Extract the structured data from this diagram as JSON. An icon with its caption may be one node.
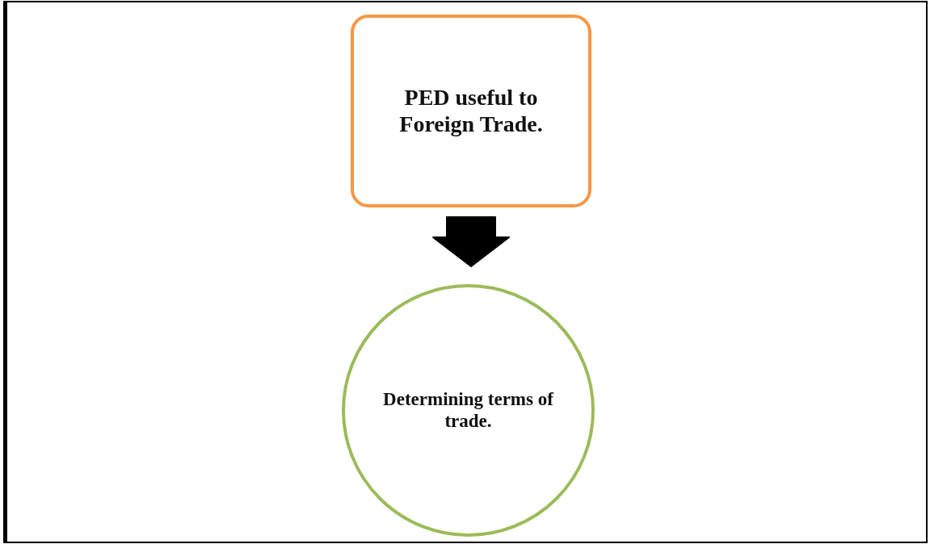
{
  "diagram": {
    "nodes": [
      {
        "text": [
          "PED useful to Foreign Trade."
        ]
      },
      {
        "text": [
          "Determining terms of trade."
        ]
      }
    ],
    "edges": [
      {
        "from": 0,
        "to": 1,
        "arrow": "to",
        "style": "thick"
      }
    ]
  }
}
